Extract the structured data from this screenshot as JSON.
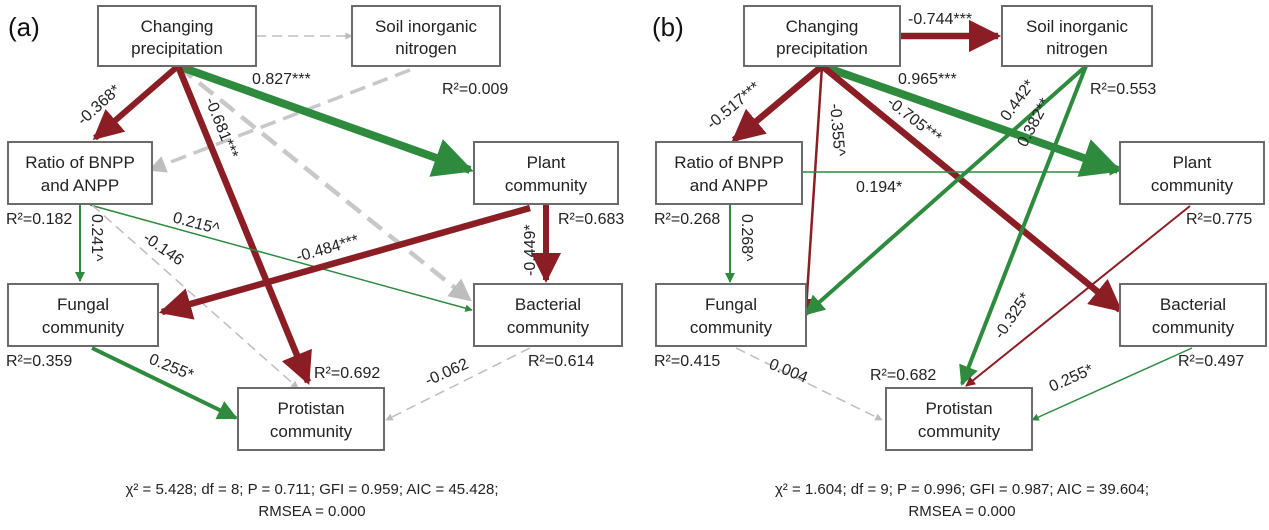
{
  "colors": {
    "positive": "#2e8b3e",
    "negative": "#8b1e25",
    "ns": "#bdbdbd"
  },
  "panels": [
    {
      "label": "(a)",
      "nodes": {
        "precip": [
          "Changing",
          "precipitation"
        ],
        "soil": [
          "Soil inorganic",
          "nitrogen"
        ],
        "ratio": [
          "Ratio of BNPP",
          "and ANPP"
        ],
        "plant": [
          "Plant",
          "community"
        ],
        "fungal": [
          "Fungal",
          "community"
        ],
        "bacterial": [
          "Bacterial",
          "community"
        ],
        "protist": [
          "Protistan",
          "community"
        ]
      },
      "r2": {
        "soil": "R²=0.009",
        "ratio": "R²=0.182",
        "plant": "R²=0.683",
        "fungal": "R²=0.359",
        "bacterial": "R²=0.614",
        "protist": "R²=0.692"
      },
      "paths": [
        {
          "from": "precip",
          "to": "soil",
          "coef": "",
          "sign": "ns"
        },
        {
          "from": "precip",
          "to": "ratio",
          "coef": "-0.368*",
          "sign": "neg"
        },
        {
          "from": "precip",
          "to": "plant",
          "coef": "0.827***",
          "sign": "pos"
        },
        {
          "from": "precip",
          "to": "protist",
          "coef": "-0.681***",
          "sign": "neg"
        },
        {
          "from": "precip",
          "to": "bacterial",
          "coef": "",
          "sign": "ns"
        },
        {
          "from": "soil",
          "to": "ratio",
          "coef": "",
          "sign": "ns"
        },
        {
          "from": "ratio",
          "to": "fungal",
          "coef": "0.241^",
          "sign": "pos"
        },
        {
          "from": "ratio",
          "to": "bacterial",
          "coef": "0.215^",
          "sign": "pos"
        },
        {
          "from": "ratio",
          "to": "protist",
          "coef": "-0.146",
          "sign": "ns"
        },
        {
          "from": "plant",
          "to": "fungal",
          "coef": "-0.484***",
          "sign": "neg"
        },
        {
          "from": "plant",
          "to": "bacterial",
          "coef": "-0.449*",
          "sign": "neg"
        },
        {
          "from": "fungal",
          "to": "protist",
          "coef": "0.255*",
          "sign": "pos"
        },
        {
          "from": "bacterial",
          "to": "protist",
          "coef": "-0.062",
          "sign": "ns"
        }
      ],
      "fit": [
        "χ² = 5.428; df = 8; P = 0.711; GFI = 0.959; AIC = 45.428;",
        "RMSEA = 0.000"
      ]
    },
    {
      "label": "(b)",
      "nodes": {
        "precip": [
          "Changing",
          "precipitation"
        ],
        "soil": [
          "Soil inorganic",
          "nitrogen"
        ],
        "ratio": [
          "Ratio of BNPP",
          "and ANPP"
        ],
        "plant": [
          "Plant",
          "community"
        ],
        "fungal": [
          "Fungal",
          "community"
        ],
        "bacterial": [
          "Bacterial",
          "community"
        ],
        "protist": [
          "Protistan",
          "community"
        ]
      },
      "r2": {
        "soil": "R²=0.553",
        "ratio": "R²=0.268",
        "plant": "R²=0.775",
        "fungal": "R²=0.415",
        "bacterial": "R²=0.497",
        "protist": "R²=0.682"
      },
      "paths": [
        {
          "from": "precip",
          "to": "soil",
          "coef": "-0.744***",
          "sign": "neg"
        },
        {
          "from": "precip",
          "to": "ratio",
          "coef": "-0.517***",
          "sign": "neg"
        },
        {
          "from": "precip",
          "to": "plant",
          "coef": "0.965***",
          "sign": "pos"
        },
        {
          "from": "precip",
          "to": "fungal",
          "coef": "-0.355^",
          "sign": "neg"
        },
        {
          "from": "precip",
          "to": "bacterial",
          "coef": "-0.705***",
          "sign": "neg"
        },
        {
          "from": "soil",
          "to": "fungal",
          "coef": "0.442*",
          "sign": "pos"
        },
        {
          "from": "soil",
          "to": "protist",
          "coef": "0.382**",
          "sign": "pos"
        },
        {
          "from": "ratio",
          "to": "plant",
          "coef": "0.194*",
          "sign": "pos"
        },
        {
          "from": "ratio",
          "to": "fungal",
          "coef": "0.268^",
          "sign": "pos"
        },
        {
          "from": "plant",
          "to": "protist",
          "coef": "-0.325*",
          "sign": "neg"
        },
        {
          "from": "fungal",
          "to": "protist",
          "coef": "0.004",
          "sign": "ns"
        },
        {
          "from": "bacterial",
          "to": "protist",
          "coef": "0.255*",
          "sign": "pos"
        }
      ],
      "fit": [
        "χ² = 1.604; df = 9; P = 0.996; GFI = 0.987; AIC = 39.604;",
        "RMSEA = 0.000"
      ]
    }
  ]
}
